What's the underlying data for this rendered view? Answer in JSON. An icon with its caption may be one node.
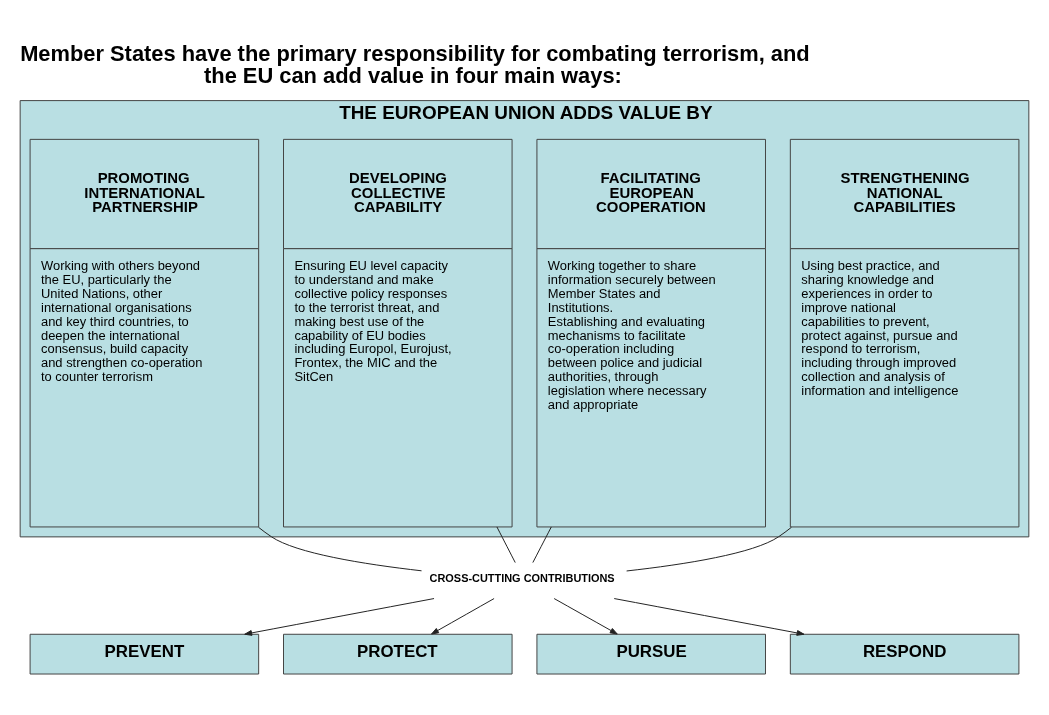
{
  "diagram": {
    "title": "Member States have the primary responsibility for combating terrorism, and the EU can add value in four main ways:",
    "nodes": [
      {
        "text": [
          "THE EUROPEAN UNION ADDS VALUE BY"
        ]
      },
      {
        "text": [
          "STRENGTHENING NATIONAL CAPABILITIES",
          "Using best practice, and sharing knowledge and experiences in order to improve national capabilities to prevent, protect against, pursue and respond to terrorism, including through improved collection and analysis of information and intelligence"
        ],
        "in": 0
      },
      {
        "text": [
          "FACILITATING EUROPEAN COOPERATION",
          "Working together to share information securely between Member States and Institutions.",
          "Establishing and evaluating mechanisms to facilitate co-operation including between police and judicial authorities, through legislation where necessary and appropriate"
        ],
        "in": 0
      },
      {
        "text": [
          "DEVELOPING COLLECTIVE CAPABILITY",
          "Ensuring EU level capacity to understand and make collective policy responses to the terrorist threat, and making best use of the capability of EU bodies including Europol, Eurojust, Frontex, the MIC and the SitCen"
        ],
        "in": 0
      },
      {
        "text": [
          "PROMOTING INTERNATIONAL PARTNERSHIP",
          "Working with others beyond the EU, particularly the United Nations, other international organisations and key third countries, to deepen the international consensus, build capacity and strengthen co-operation to counter terrorism"
        ],
        "in": 0
      },
      {
        "text": [
          "CROSS-CUTTING CONTRIBUTIONS"
        ]
      },
      {
        "text": [
          "PREVENT"
        ]
      },
      {
        "text": [
          "PROTECT"
        ]
      },
      {
        "text": [
          "PURSUE"
        ]
      },
      {
        "text": [
          "RESPOND"
        ]
      }
    ],
    "edges": [
      {
        "from": 1,
        "to": 5,
        "arrow": "none"
      },
      {
        "from": 2,
        "to": 5,
        "arrow": "none"
      },
      {
        "from": 3,
        "to": 5,
        "arrow": "none"
      },
      {
        "from": 4,
        "to": 5,
        "arrow": "none"
      },
      {
        "from": 5,
        "to": 6,
        "arrow": "to"
      },
      {
        "from": 5,
        "to": 7,
        "arrow": "to"
      },
      {
        "from": 5,
        "to": 8,
        "arrow": "to"
      },
      {
        "from": 5,
        "to": 9,
        "arrow": "to"
      }
    ]
  }
}
